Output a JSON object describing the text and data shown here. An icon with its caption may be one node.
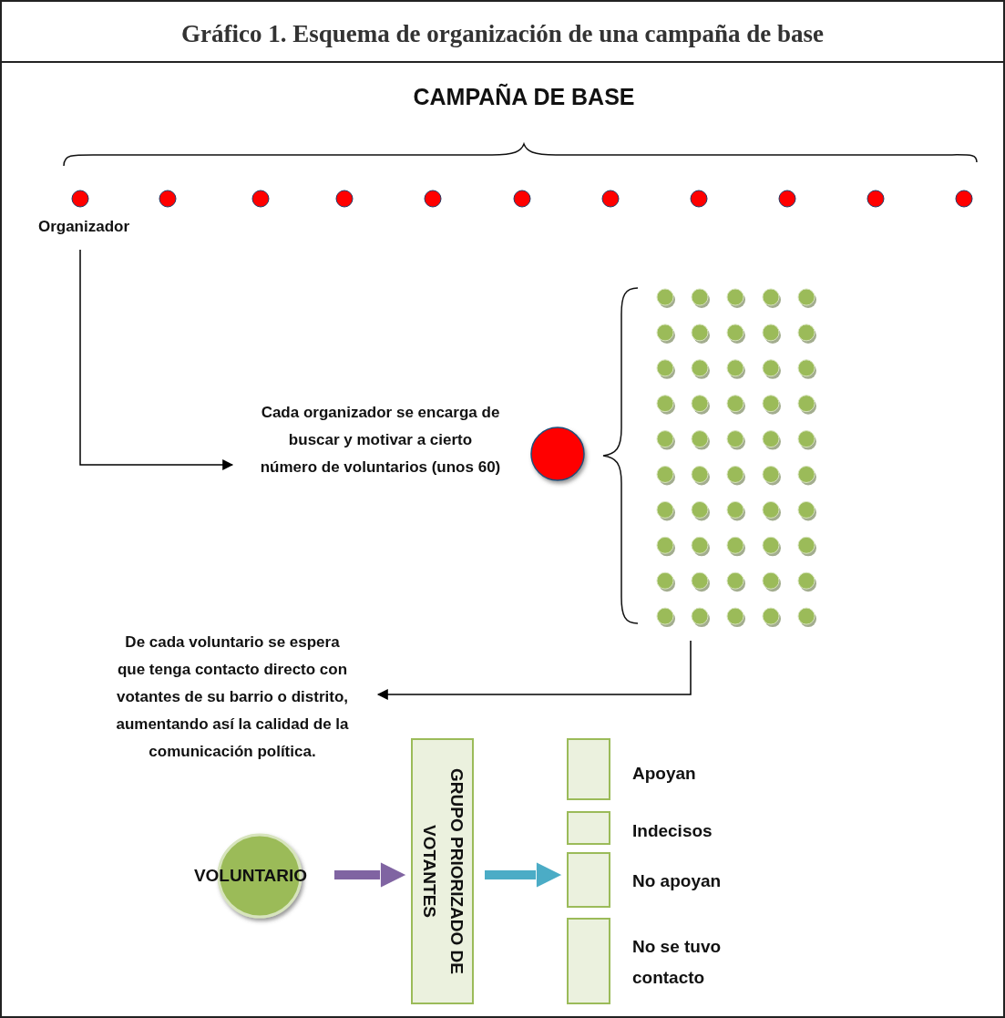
{
  "diagram": {
    "title": "Gráfico 1. Esquema de organización de una campaña de base",
    "nodes": [
      {
        "text": [
          "Organizador"
        ]
      },
      {
        "text": [
          "Cada organizador se encarga de buscar y motivar a cierto número de voluntarios (unos 60)"
        ]
      },
      {
        "text": [
          "De cada voluntario se espera que tenga contacto directo con votantes de su barrio o distrito, aumentando así la calidad de la comunicación política."
        ]
      },
      {
        "text": [
          "VOLUNTARIO"
        ]
      },
      {
        "text": [
          "GRUPO PRIORIZADO DE VOTANTES"
        ]
      },
      {
        "text": [],
        "shape": "box",
        "beside": [
          "Apoyan"
        ]
      },
      {
        "text": [],
        "shape": "box",
        "beside": [
          "Indecisos"
        ]
      },
      {
        "text": [],
        "shape": "box",
        "beside": [
          "No apoyan"
        ]
      },
      {
        "text": [],
        "shape": "box",
        "beside": [
          "No se tuvo contacto"
        ]
      }
    ],
    "edges": [
      {
        "from": 0,
        "to": 1,
        "arrow": "to"
      },
      {
        "from": null,
        "to": 2,
        "arrow": "to"
      },
      {
        "from": 3,
        "to": 4,
        "arrow": "to",
        "style": "thick",
        "color": "#8064a2"
      },
      {
        "from": 4,
        "to": 7,
        "arrow": "to",
        "style": "thick",
        "color": "#4bacc6"
      }
    ],
    "labels": [
      "CAMPAÑA DE BASE"
    ]
  }
}
